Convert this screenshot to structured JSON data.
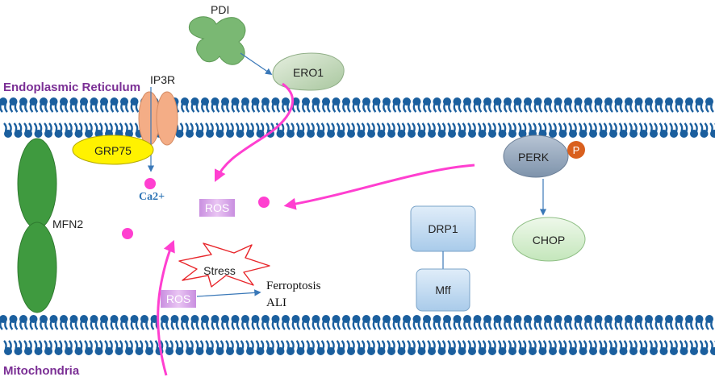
{
  "labels": {
    "er": "Endoplasmic Reticulum",
    "mito": "Mitochondria",
    "pdi": "PDI",
    "ero1": "ERO1",
    "ip3r": "IP3R",
    "grp75": "GRP75",
    "ca": "Ca2+",
    "mfn2": "MFN2",
    "ros_center": "ROS",
    "ros_lower": "ROS",
    "stress": "Stress",
    "ferroptosis": "Ferroptosis",
    "ali": "ALI",
    "perk": "PERK",
    "p": "P",
    "chop": "CHOP",
    "drp1": "DRP1",
    "mff": "Mff"
  },
  "colors": {
    "membrane": "#1b5f9e",
    "membrane_dark": "#0d3f70",
    "magenta": "#ff3fd0",
    "purple_label": "#7b2f95",
    "green_dark": "#3f9a3f",
    "green_light": "#7ab873",
    "ero1_fill": "#c8dcc0",
    "ip3r": "#f4ad86",
    "grp75": "#fff200",
    "perk": "#97a8bd",
    "p_circle": "#d9601e",
    "chop": "#d6efd0",
    "drp_fill": "#c3dcf2",
    "ros_fill": "#d9a6e8",
    "arrow_blue": "#3a78b8",
    "ca_text": "#2e75b6"
  }
}
